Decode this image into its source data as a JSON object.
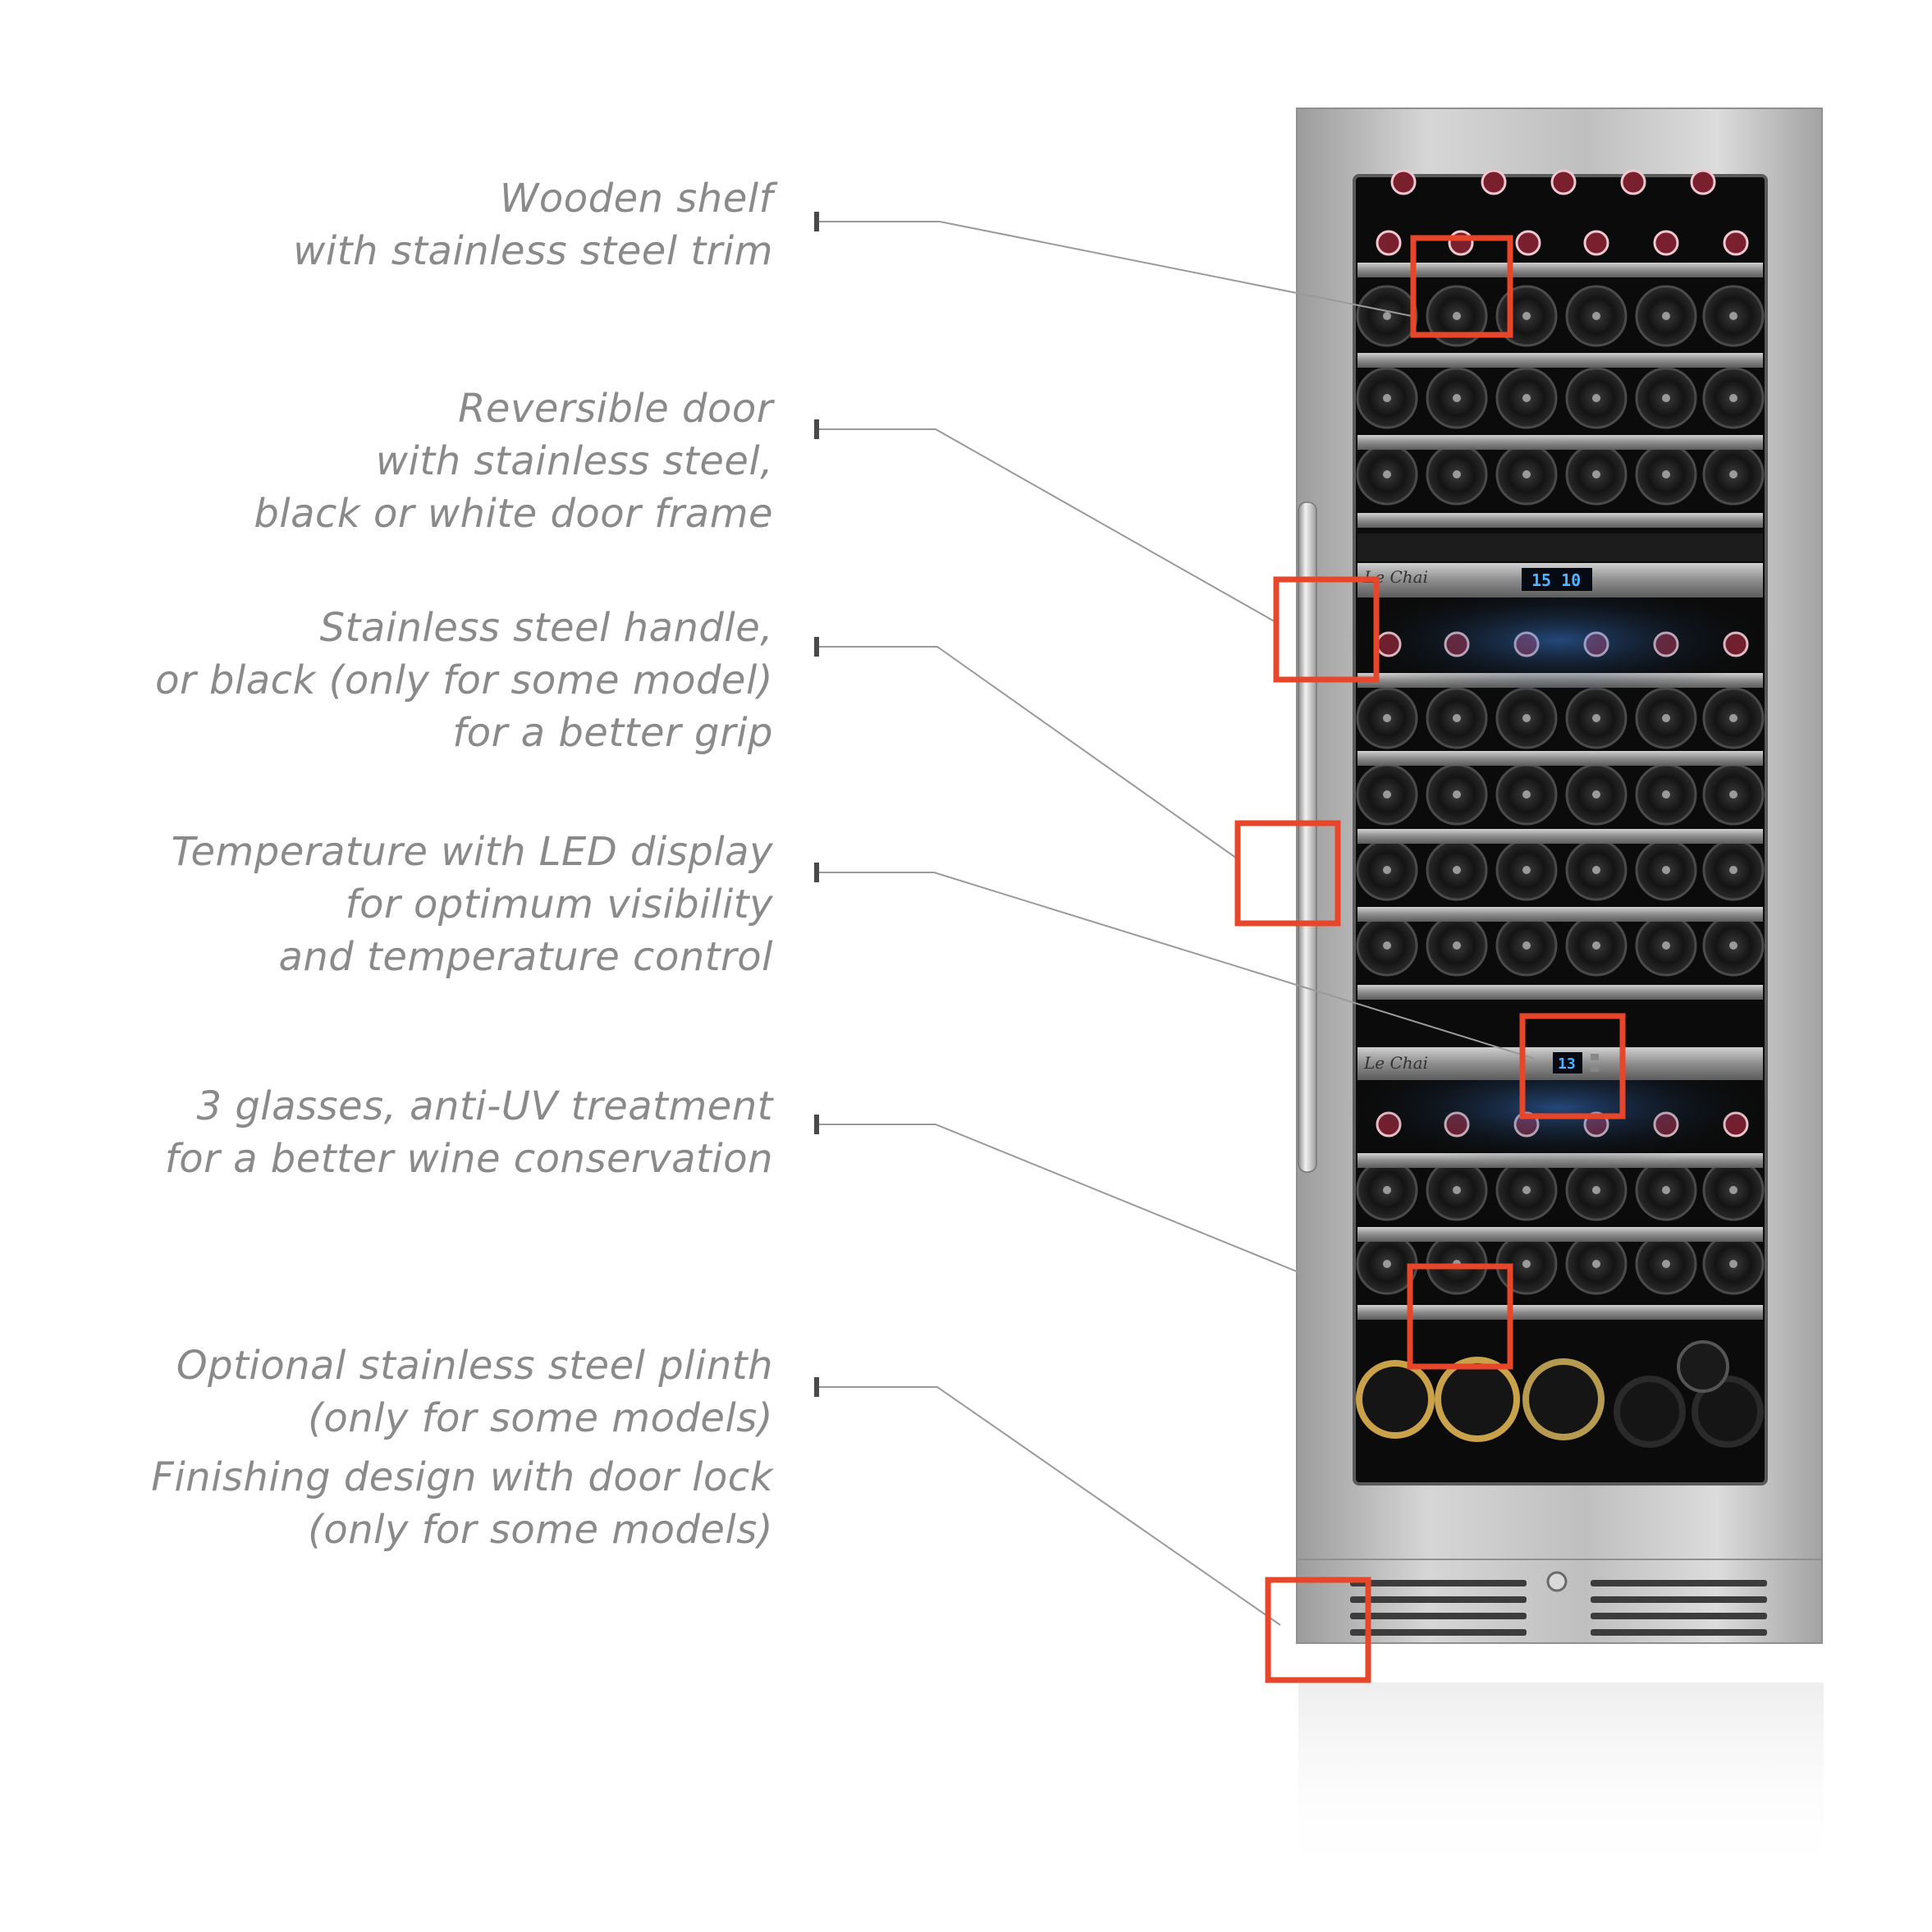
{
  "product": {
    "brand_label": "Le Chai",
    "upper_display": "15 10",
    "lower_display": "13"
  },
  "colors": {
    "highlight": "#e8462a",
    "label_text": "#8a8a8a",
    "leader_line": "#9a9a9a",
    "steel": "#b9b9b9",
    "cabinet_interior": "#0b0b0b",
    "led": "#4fb3ff"
  },
  "features": [
    {
      "id": "wooden-shelf",
      "lines": [
        "Wooden shelf ",
        "with stainless steel trim"
      ]
    },
    {
      "id": "reversible-door",
      "lines": [
        "Reversible door ",
        "with stainless steel, ",
        "black or white door frame"
      ]
    },
    {
      "id": "handle",
      "lines": [
        "Stainless steel handle, ",
        "or black (only for some model) ",
        "for a better grip "
      ]
    },
    {
      "id": "temperature",
      "lines": [
        "Temperature with LED display ",
        "for optimum visibility ",
        "and temperature control "
      ]
    },
    {
      "id": "glasses",
      "lines": [
        "3 glasses, anti-UV treatment",
        "for a better wine conservation"
      ]
    },
    {
      "id": "plinth",
      "lines": [
        "Optional stainless steel plinth",
        "(only for some models)",
        "Finishing design with door lock",
        "(only for some models)"
      ]
    }
  ]
}
